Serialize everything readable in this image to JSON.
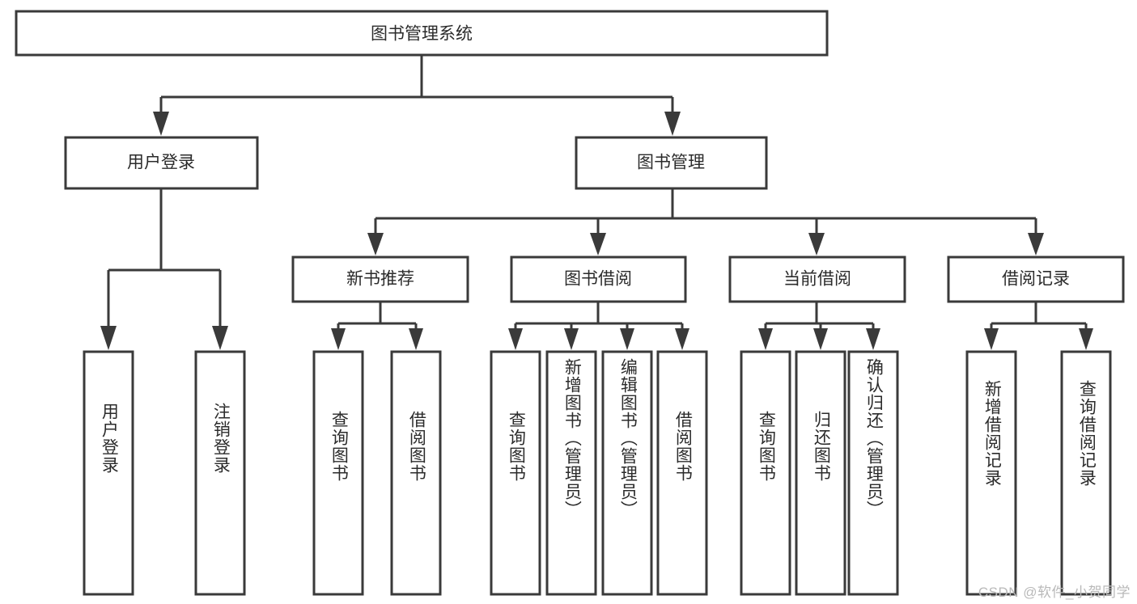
{
  "diagram": {
    "title": "图书管理系统",
    "type": "hierarchy-tree",
    "root": {
      "id": "root",
      "label": "图书管理系统"
    },
    "level2": [
      {
        "id": "user-login",
        "label": "用户登录"
      },
      {
        "id": "book-management",
        "label": "图书管理"
      }
    ],
    "level3": [
      {
        "id": "new-book-recommend",
        "label": "新书推荐",
        "parent": "book-management"
      },
      {
        "id": "book-borrow",
        "label": "图书借阅",
        "parent": "book-management"
      },
      {
        "id": "current-borrow",
        "label": "当前借阅",
        "parent": "book-management"
      },
      {
        "id": "borrow-record",
        "label": "借阅记录",
        "parent": "book-management"
      }
    ],
    "leaves": {
      "user-login": [
        {
          "id": "leaf-user-login",
          "label": "用户登录"
        },
        {
          "id": "leaf-logout-login",
          "label": "注销登录"
        }
      ],
      "new-book-recommend": [
        {
          "id": "leaf-query-book-1",
          "label": "查询图书"
        },
        {
          "id": "leaf-borrow-book-1",
          "label": "借阅图书"
        }
      ],
      "book-borrow": [
        {
          "id": "leaf-query-book-2",
          "label": "查询图书"
        },
        {
          "id": "leaf-add-book",
          "label": "新增图书（管理员）"
        },
        {
          "id": "leaf-edit-book",
          "label": "编辑图书（管理员）"
        },
        {
          "id": "leaf-borrow-book-2",
          "label": "借阅图书"
        }
      ],
      "current-borrow": [
        {
          "id": "leaf-query-book-3",
          "label": "查询图书"
        },
        {
          "id": "leaf-return-book",
          "label": "归还图书"
        },
        {
          "id": "leaf-confirm-return",
          "label": "确认归还（管理员）"
        }
      ],
      "borrow-record": [
        {
          "id": "leaf-add-record",
          "label": "新增借阅记录"
        },
        {
          "id": "leaf-query-record",
          "label": "查询借阅记录"
        }
      ]
    }
  },
  "watermark": {
    "text": "CSDN @软件_小贺同学"
  },
  "colors": {
    "stroke": "#3a3a3a",
    "box_fill": "#ffffff",
    "text": "#2b2b2b",
    "background": "#ffffff",
    "watermark": "#b9b9b9"
  }
}
